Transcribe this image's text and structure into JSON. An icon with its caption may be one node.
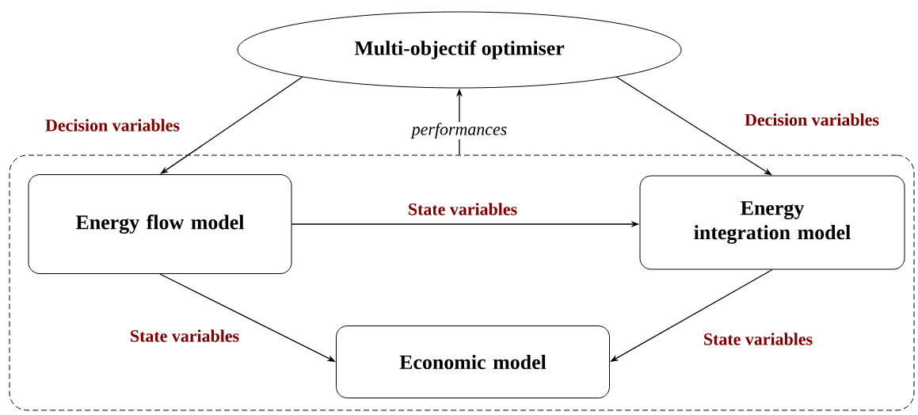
{
  "diagram": {
    "nodes": [
      {
        "text": [
          "Multi-objectif optimiser"
        ]
      },
      {
        "text": [],
        "shape": "box"
      },
      {
        "text": [
          "Energy flow model"
        ],
        "in": 1
      },
      {
        "text": [
          "Energy integration model"
        ],
        "in": 1
      },
      {
        "text": [
          "Economic model"
        ],
        "in": 1
      }
    ],
    "edges": [
      {
        "from": 0,
        "to": 2,
        "arrow": "to",
        "label": "Decision variables"
      },
      {
        "from": 0,
        "to": 3,
        "arrow": "to",
        "label": "Decision variables"
      },
      {
        "from": 2,
        "to": 3,
        "arrow": "to",
        "label": "State variables"
      },
      {
        "from": 2,
        "to": 4,
        "arrow": "to",
        "label": "State variables"
      },
      {
        "from": 3,
        "to": 4,
        "arrow": "to",
        "label": "State variables"
      },
      {
        "from": 1,
        "to": 0,
        "arrow": "to",
        "label": "performances"
      }
    ]
  }
}
